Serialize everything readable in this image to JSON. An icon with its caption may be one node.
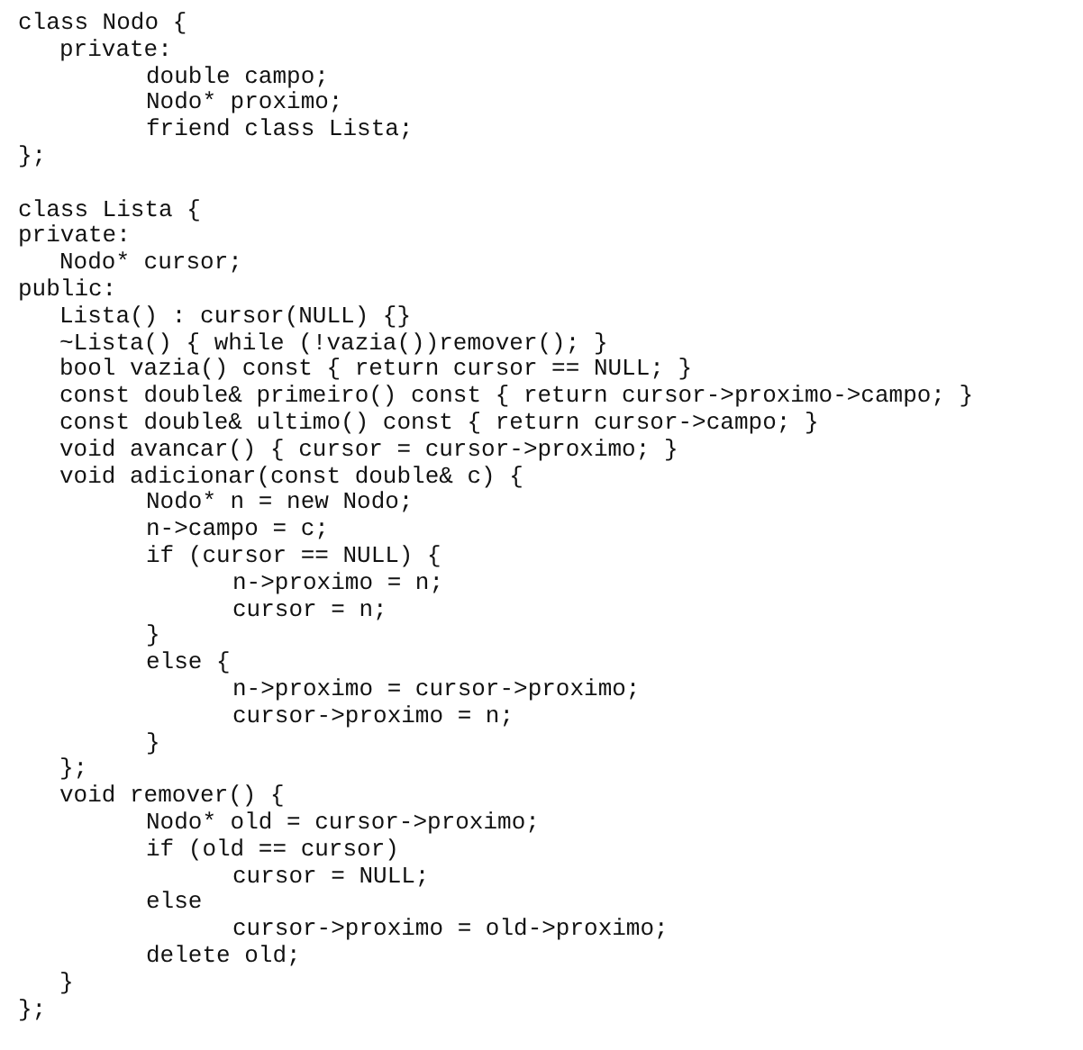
{
  "diagram": {
    "labels": [
      "class Nodo {",
      "private:",
      "double campo;",
      "Nodo* proximo;",
      "friend class Lista;",
      "};",
      "class Lista {",
      "private:",
      "Nodo* cursor;",
      "public:",
      "Lista() : cursor(NULL) {}",
      "~Lista() { while (!vazia())remover(); }",
      "bool vazia() const { return cursor == NULL; }",
      "const double& primeiro() const { return cursor->proximo->campo; }",
      "const double& ultimo() const { return cursor->campo; }",
      "void avancar() { cursor = cursor->proximo; }",
      "void adicionar(const double& c) {",
      "Nodo* n = new Nodo;",
      "n->campo = c;",
      "if (cursor == NULL) {",
      "n->proximo = n;",
      "cursor = n;",
      "}",
      "else {",
      "n->proximo = cursor->proximo;",
      "cursor->proximo = n;",
      "}",
      "};",
      "void remover() {",
      "Nodo* old = cursor->proximo;",
      "if (old == cursor)",
      "cursor = NULL;",
      "else",
      "cursor->proximo = old->proximo;",
      "delete old;",
      "}",
      "};"
    ]
  }
}
